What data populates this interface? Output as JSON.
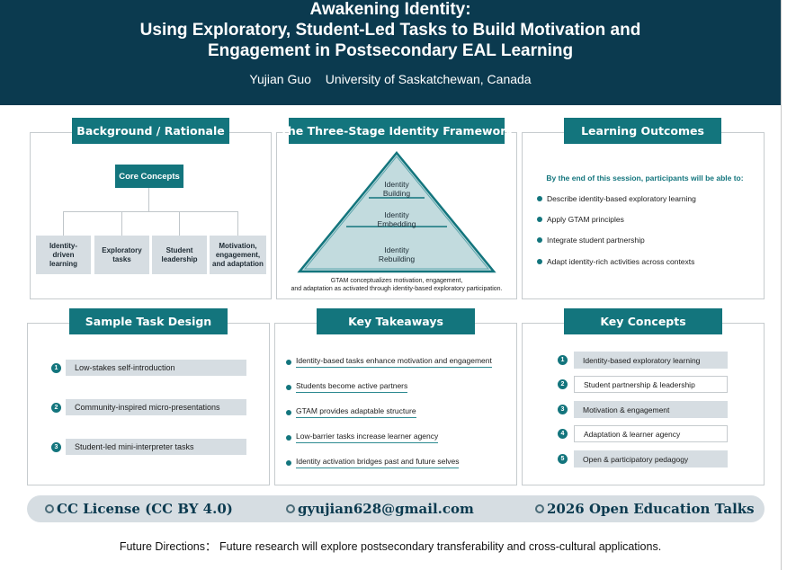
{
  "header": {
    "title_line1": "Awakening Identity:",
    "title_line2": "Using Exploratory, Student-Led Tasks to Build Motivation and",
    "title_line3": "Engagement in Postsecondary EAL Learning",
    "author": "Yujian Guo",
    "affiliation": "University of Saskatchewan, Canada"
  },
  "background": {
    "title": "Background / Rationale",
    "core_label": "Core Concepts",
    "concepts": [
      {
        "line1": "Identity-driven",
        "line2": "learning",
        "line3": ""
      },
      {
        "line1": "Exploratory",
        "line2": "tasks",
        "line3": ""
      },
      {
        "line1": "Student",
        "line2": "leadership",
        "line3": ""
      },
      {
        "line1": "Motivation,",
        "line2": "engagement,",
        "line3": "and adaptation"
      }
    ]
  },
  "framework": {
    "title": "The Three-Stage Identity Framework",
    "stages": [
      {
        "line1": "Identity",
        "line2": "Building"
      },
      {
        "line1": "Identity",
        "line2": "Embedding"
      },
      {
        "line1": "Identity",
        "line2": "Rebuilding"
      }
    ],
    "caption_line1": "GTAM conceptualizes motivation, engagement,",
    "caption_line2": "and adaptation as activated through identity-based exploratory participation."
  },
  "outcomes": {
    "title": "Learning Outcomes",
    "lead": "By the end of this session, participants will be able to:",
    "items": [
      "Describe identity-based exploratory learning",
      "Apply GTAM principles",
      "Integrate student partnership",
      "Adapt identity-rich activities across contexts"
    ]
  },
  "sample_tasks": {
    "title": "Sample Task Design",
    "items": [
      {
        "num": "1",
        "text": "Low-stakes self-introduction"
      },
      {
        "num": "2",
        "text": "Community-inspired micro-presentations"
      },
      {
        "num": "3",
        "text": "Student-led mini-interpreter tasks"
      }
    ]
  },
  "takeaways": {
    "title": "Key Takeaways",
    "items": [
      "Identity-based tasks enhance motivation and engagement",
      "Students become active partners",
      "GTAM provides adaptable structure",
      "Low-barrier tasks increase learner agency",
      "Identity activation bridges past and future selves"
    ]
  },
  "key_concepts": {
    "title": "Key Concepts",
    "items": [
      {
        "num": "1",
        "text": "Identity-based exploratory learning"
      },
      {
        "num": "2",
        "text": "Student partnership & leadership"
      },
      {
        "num": "3",
        "text": "Motivation & engagement"
      },
      {
        "num": "4",
        "text": "Adaptation & learner agency"
      },
      {
        "num": "5",
        "text": "Open & participatory pedagogy"
      }
    ]
  },
  "footer": {
    "license": "CC License  (CC BY 4.0)",
    "email": "gyujian628@gmail.com",
    "event": "2026 Open Education Talks",
    "future_label": "Future Directions：",
    "future_text": "Future research will explore postsecondary transferability and cross-cultural applications."
  },
  "colors": {
    "header_navy": "#0b3a4f",
    "accent_teal": "#13757d",
    "light_gray": "#d6dde2"
  }
}
